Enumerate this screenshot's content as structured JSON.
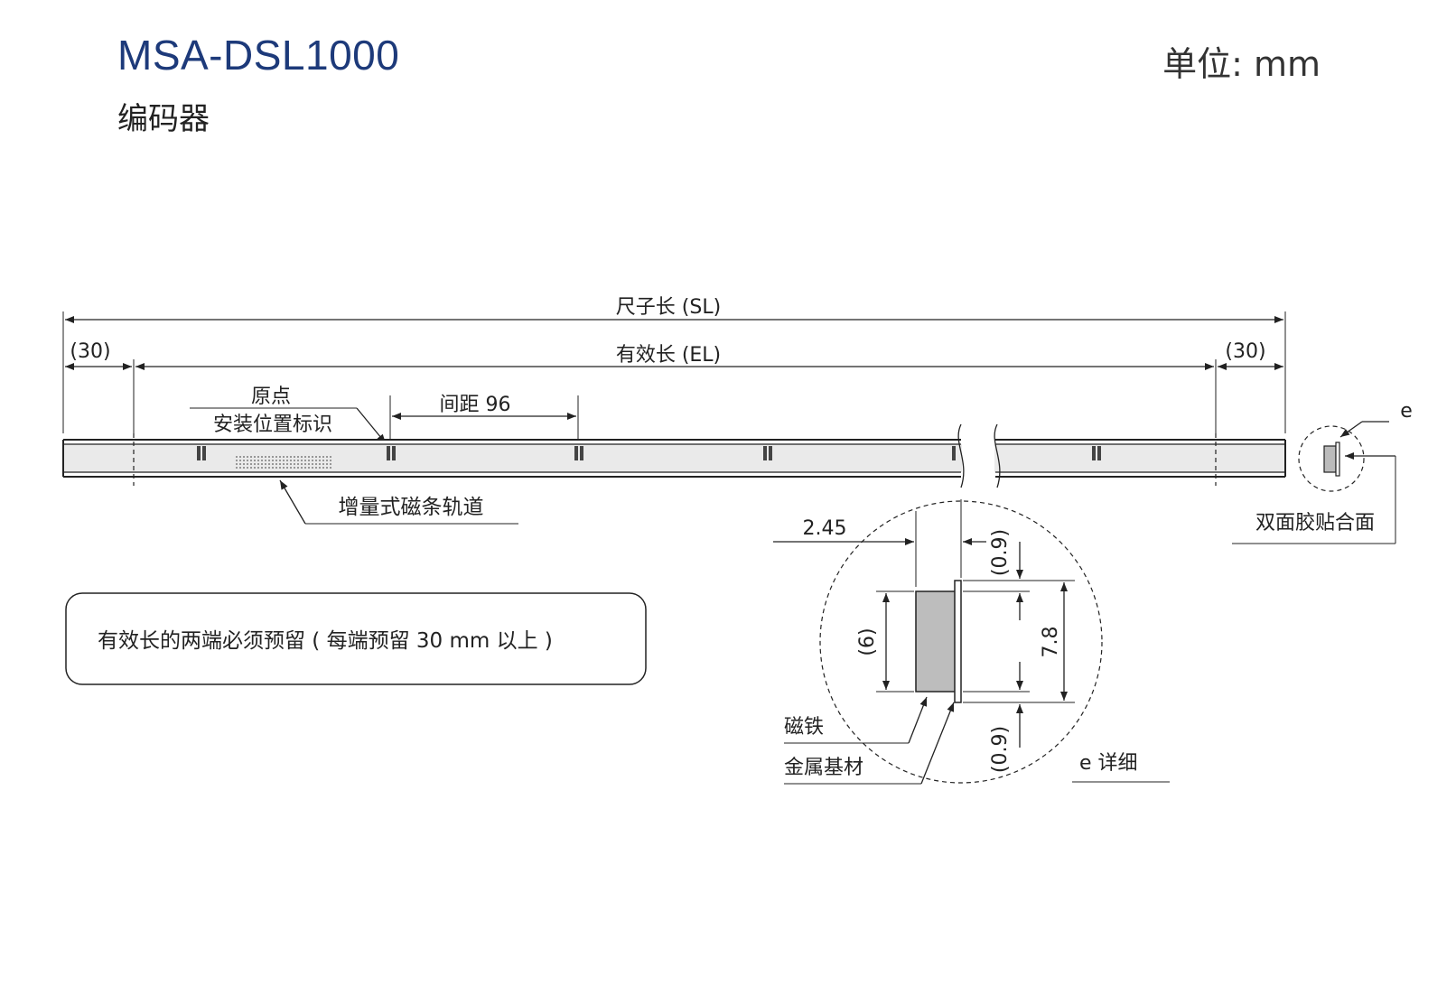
{
  "header": {
    "title": "MSA-DSL1000",
    "subtitle": "编码器",
    "unit": "单位: mm"
  },
  "dimensions": {
    "scale_length": "尺子长 (SL)",
    "effective_length": "有效长 (EL)",
    "margin_left": "(30)",
    "margin_right": "(30)",
    "pitch": "间距 96"
  },
  "labels": {
    "origin": "原点",
    "mount_mark": "安装位置标识",
    "incremental_track": "增量式磁条轨道",
    "detail_ref": "e",
    "adhesive": "双面胶贴合面",
    "magnet": "磁铁",
    "metal_base": "金属基材",
    "detail_title": "e 详细"
  },
  "note": "有效长的两端必须预留 ( 每端预留 30 mm 以上 )",
  "detail_dims": {
    "width": "2.45",
    "top_gap": "(0.9)",
    "bottom_gap": "(0.9)",
    "magnet_height": "(6)",
    "total_height": "7.8"
  }
}
